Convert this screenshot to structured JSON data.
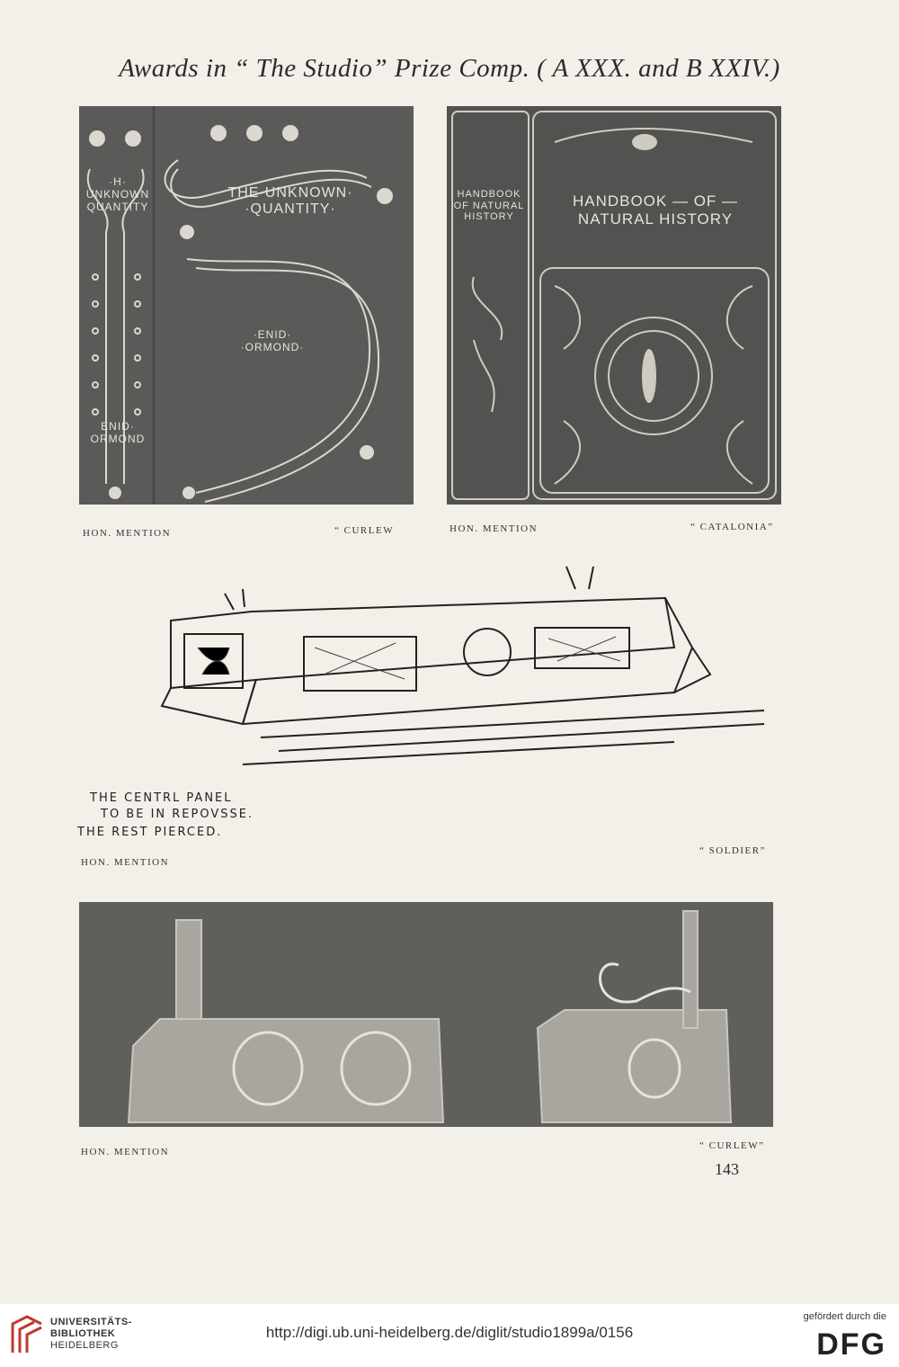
{
  "page": {
    "title": "Awards in “ The Studio” Prize Comp. ( A XXX. and B XXIV.)",
    "page_number": "143"
  },
  "plates": {
    "book1": {
      "spine_title": "·H· UNKNOWN QUANTITY",
      "spine_author": "ENID· ORMOND",
      "cover_title": "THE·UNKNOWN· ·QUANTITY·",
      "cover_author": "·ENID· ·ORMOND·",
      "caption_left": "HON. MENTION",
      "caption_right": "“ CURLEW"
    },
    "book2": {
      "spine_title": "HANDBOOK OF NATURAL HISTORY",
      "cover_title": "HANDBOOK — OF — NATURAL HISTORY",
      "caption_left": "HON. MENTION",
      "caption_right": "“ CATALONIA”"
    },
    "drawing": {
      "note_line1": "THE CENTRL PANEL",
      "note_line2": "TO BE IN REPOVSSE.",
      "note_line3": "THE REST PIERCED.",
      "caption_left": "HON. MENTION",
      "caption_right": "“ SOLDIER”"
    },
    "photo": {
      "caption_left": "HON. MENTION",
      "caption_right": "“ CURLEW”"
    }
  },
  "footer": {
    "logo_line1": "UNIVERSITÄTS-",
    "logo_line2": "BIBLIOTHEK",
    "logo_line3": "HEIDELBERG",
    "url": "http://digi.ub.uni-heidelberg.de/diglit/studio1899a/0156",
    "funding_note": "gefördert durch die",
    "funding_logo": "DFG"
  },
  "colors": {
    "paper": "#f3f0ea",
    "plate_grey": "#5a5a58",
    "ink_light": "#e6e3dc"
  }
}
